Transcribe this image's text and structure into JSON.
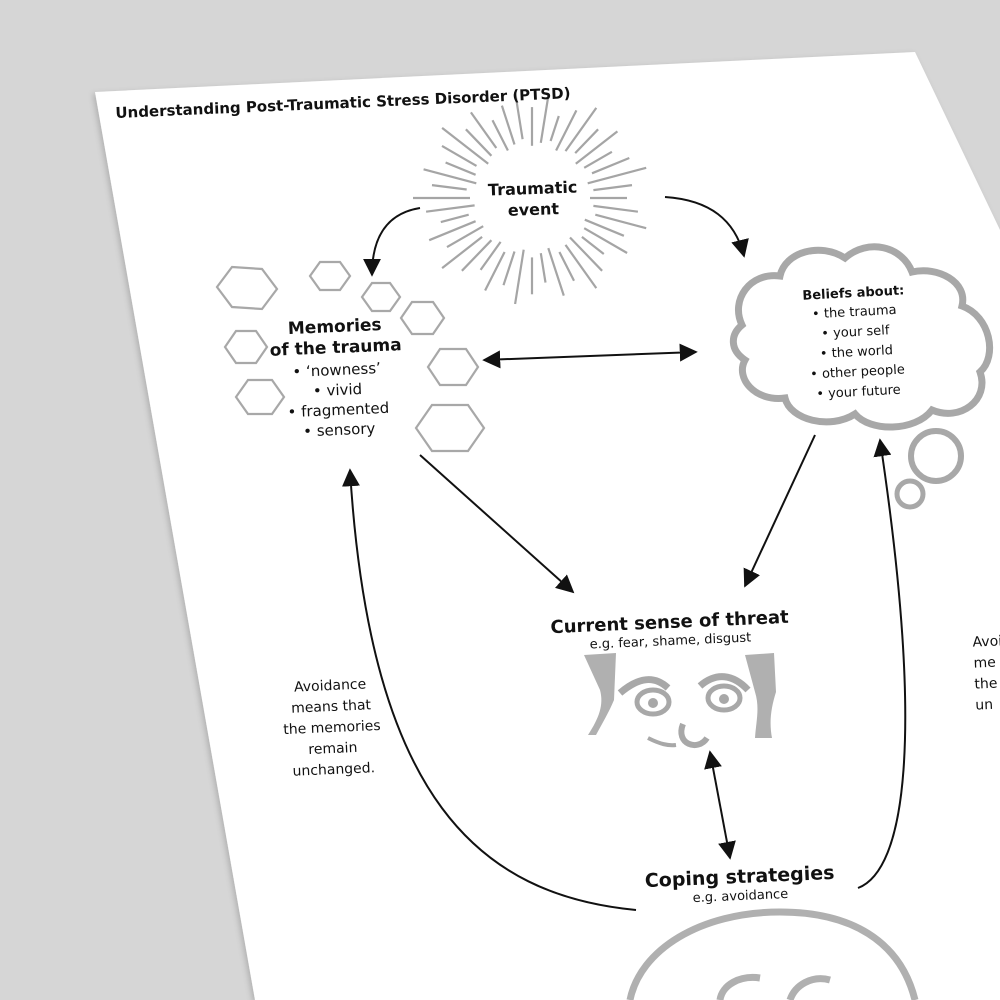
{
  "title": "Understanding Post-Traumatic Stress Disorder (PTSD)",
  "traumatic_event": {
    "line1": "Traumatic",
    "line2": "event"
  },
  "memories": {
    "line1": "Memories",
    "line2": "of the trauma",
    "items": [
      "‘nowness’",
      "vivid",
      "fragmented",
      "sensory"
    ]
  },
  "beliefs": {
    "heading": "Beliefs about:",
    "items": [
      "the trauma",
      "your self",
      "the world",
      "other people",
      "your future"
    ]
  },
  "threat": {
    "heading": "Current sense of threat",
    "sub": "e.g. fear, shame, disgust"
  },
  "coping": {
    "heading": "Coping strategies",
    "sub": "e.g. avoidance"
  },
  "avoid_left": [
    "Avoidance",
    "means that",
    "the memories",
    "remain",
    "unchanged."
  ],
  "avoid_right": [
    "Avoi",
    "me",
    "the",
    "un"
  ],
  "colors": {
    "background": "#d6d6d6",
    "paper": "#ffffff",
    "ink": "#111111",
    "gray_art": "#b8b8b8"
  },
  "icons": [
    "burst-icon",
    "hexagon-icon",
    "thought-cloud-icon",
    "worried-face-icon",
    "head-outline-icon"
  ]
}
